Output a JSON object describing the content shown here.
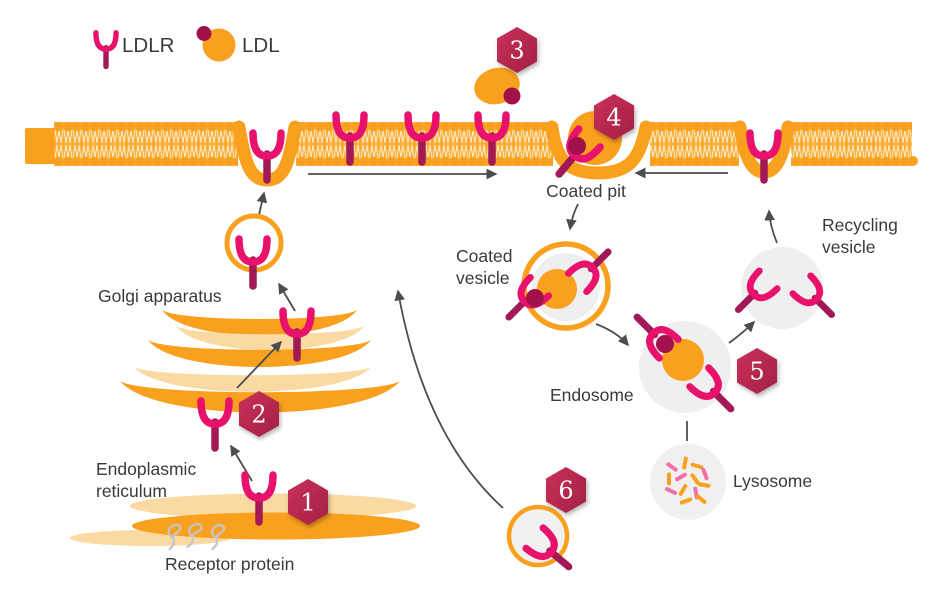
{
  "diagram": "LDL receptor cycle",
  "legend": {
    "ldlr_label": "LDLR",
    "ldl_label": "LDL"
  },
  "labels": {
    "coated_pit": "Coated pit",
    "coated_vesicle_l1": "Coated",
    "coated_vesicle_l2": "vesicle",
    "recycling_vesicle_l1": "Recycling",
    "recycling_vesicle_l2": "vesicle",
    "endosome": "Endosome",
    "lysosome": "Lysosome",
    "golgi": "Golgi apparatus",
    "er_l1": "Endoplasmic",
    "er_l2": "reticulum",
    "receptor_protein": "Receptor protein"
  },
  "steps": [
    "1",
    "2",
    "3",
    "4",
    "5",
    "6"
  ],
  "colors": {
    "membrane_orange": "#F9A01E",
    "membrane_fill": "#FBAC33",
    "pale_orange": "#FBD9A2",
    "receptor_cup_pink": "#E8116B",
    "receptor_stem_dark": "#A21956",
    "apob_dot_maroon": "#A3114B",
    "badge_red": "#C22A50",
    "badge_red_dark": "#A32044",
    "vesicle_gray": "#EFEFEF",
    "arrow_gray": "#4D4D4D",
    "text_color": "#3A3A3C",
    "lysosome_fragment_pink": "#F170A9"
  }
}
